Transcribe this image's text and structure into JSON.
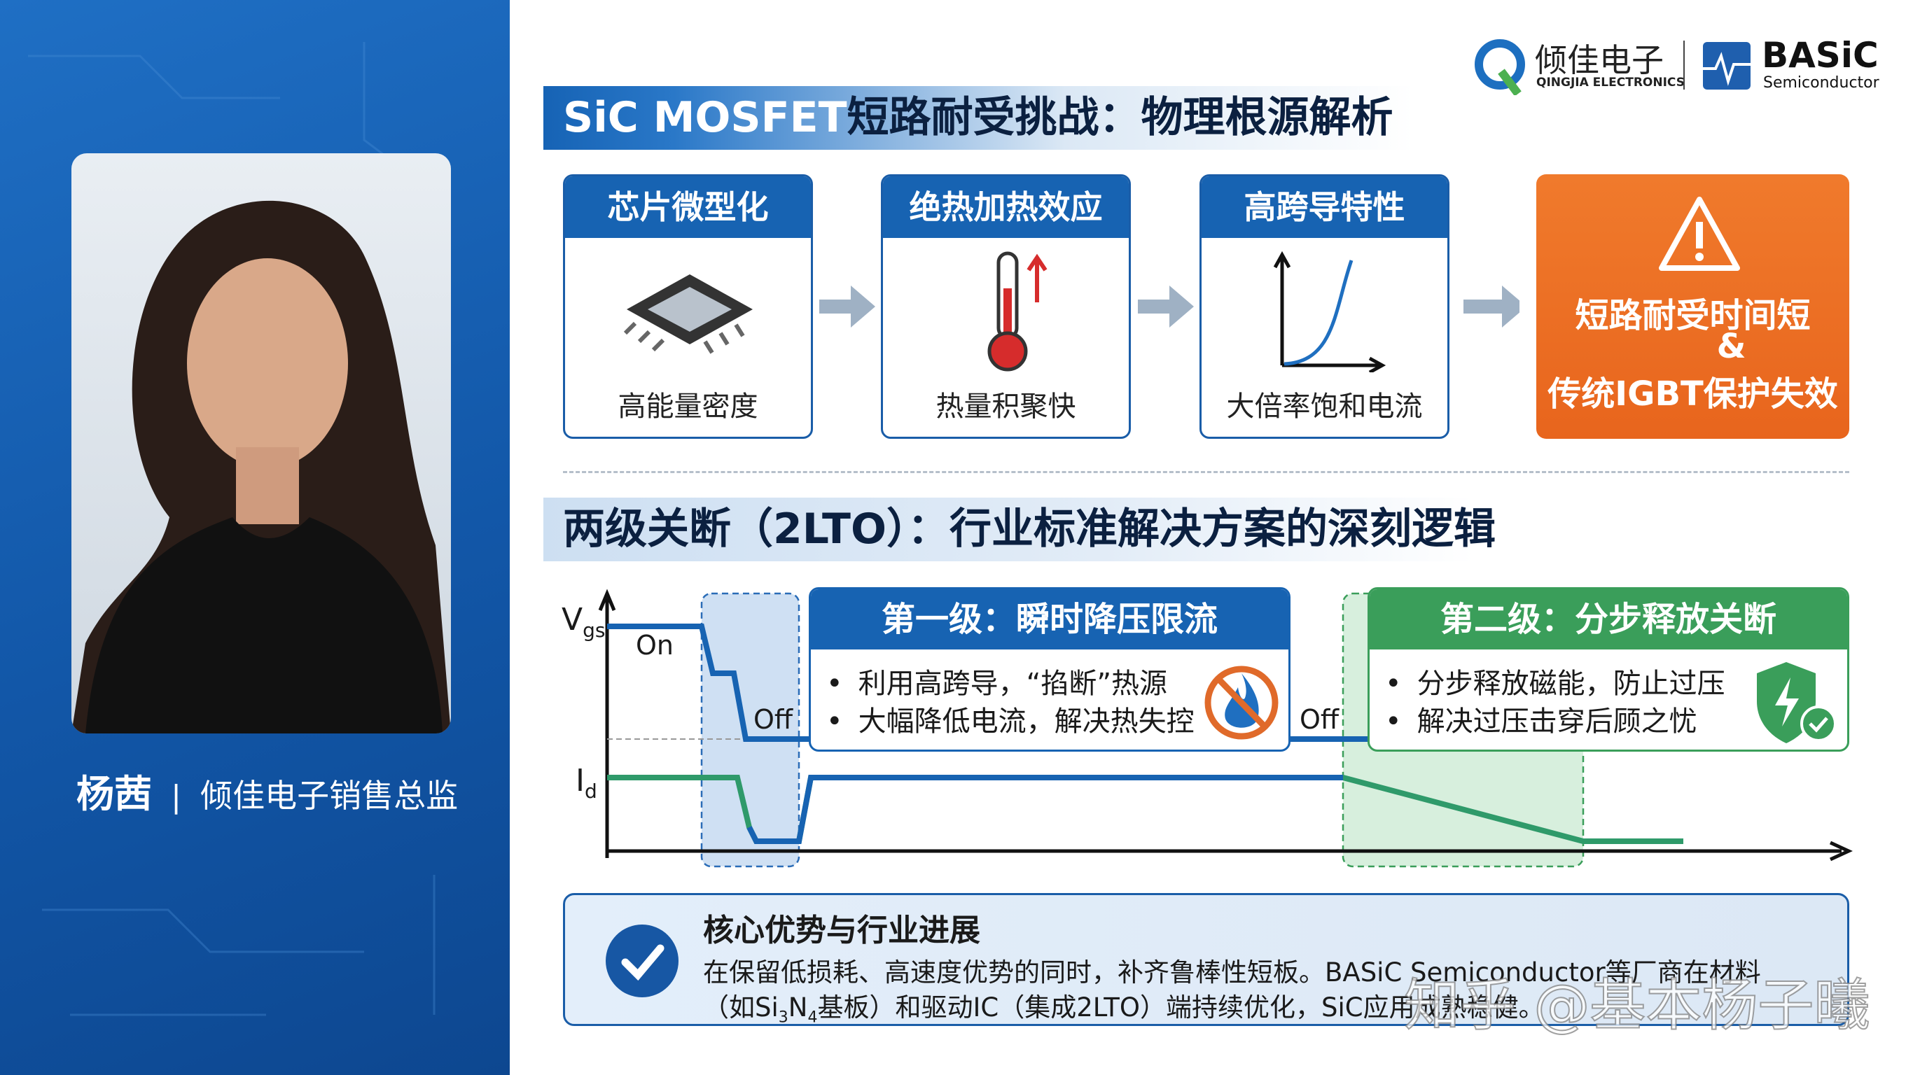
{
  "speaker": {
    "name": "杨茜",
    "separator": "|",
    "title": "倾佳电子销售总监"
  },
  "logos": {
    "qingjia_cn": "倾佳电子",
    "qingjia_en": "QINGJIA ELECTRONICS",
    "basic": "BASiC",
    "basic_sub": "Semiconductor"
  },
  "section1": {
    "title_en": "SiC MOSFET",
    "title_cn": "短路耐受挑战：物理根源解析",
    "cards": [
      {
        "header": "芯片微型化",
        "caption": "高能量密度",
        "icon": "chip-icon"
      },
      {
        "header": "绝热加热效应",
        "caption": "热量积聚快",
        "icon": "thermometer-icon"
      },
      {
        "header": "高跨导特性",
        "caption": "大倍率饱和电流",
        "icon": "curve-graph-icon"
      }
    ],
    "result": {
      "icon": "warning-icon",
      "line1": "短路耐受时间短",
      "line2": "&",
      "line3": "传统IGBT保护失效"
    }
  },
  "section2": {
    "title": "两级关断（2LTO）：行业标准解决方案的深刻逻辑",
    "waveform": {
      "vgs_label": "V",
      "vgs_sub": "gs",
      "id_label": "I",
      "id_sub": "d",
      "on_label": "On",
      "off_label_1": "Off",
      "off_label_2": "Off"
    },
    "stage1": {
      "header": "第一级：瞬时降压限流",
      "bullets": [
        "利用高跨导，“掐断”热源",
        "大幅降低电流，解决热失控"
      ],
      "icon": "no-fire-icon"
    },
    "stage2": {
      "header": "第二级：分步释放关断",
      "bullets": [
        "分步释放磁能，防止过压",
        "解决过压击穿后顾之忧"
      ],
      "icon": "shield-bolt-icon"
    }
  },
  "summary": {
    "title": "核心优势与行业进展",
    "line1": "在保留低损耗、高速度优势的同时，补齐鲁棒性短板。BASiC Semiconductor等厂商在材料",
    "line2_a": "（如Si",
    "line2_sub1": "3",
    "line2_b": "N",
    "line2_sub2": "4",
    "line2_c": "基板）和驱动IC（集成2LTO）端持续优化，SiC应用成熟稳健。"
  },
  "watermark": "知乎 @基本杨子曦",
  "colors": {
    "blue": "#1763b2",
    "green": "#3a9e5a",
    "orange": "#e8651d"
  }
}
